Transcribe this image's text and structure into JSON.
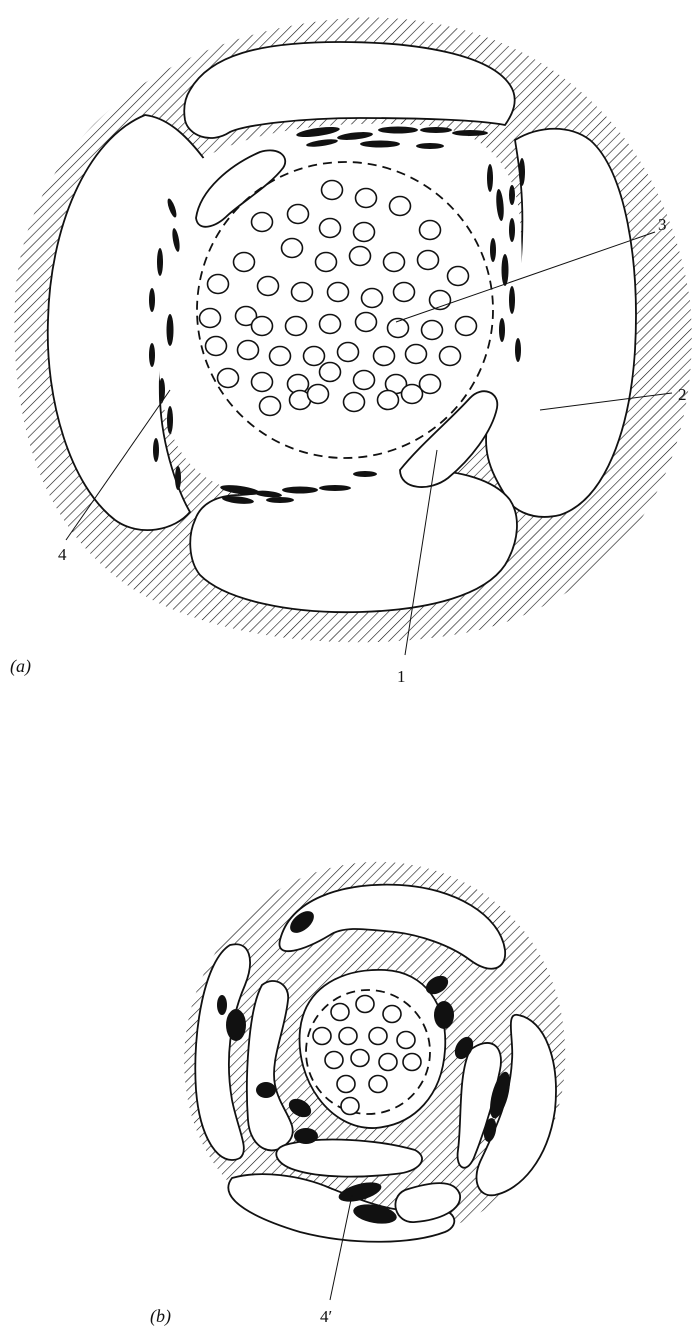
{
  "diagram_a": {
    "panel_label": "(a)",
    "callouts": [
      {
        "id": "1",
        "text": "1"
      },
      {
        "id": "2",
        "text": "2"
      },
      {
        "id": "3",
        "text": "3"
      },
      {
        "id": "4",
        "text": "4"
      }
    ]
  },
  "diagram_b": {
    "panel_label": "(b)",
    "callouts": [
      {
        "id": "4prime",
        "text": "4′"
      }
    ]
  },
  "colors": {
    "ink": "#111111",
    "paper": "#ffffff"
  }
}
